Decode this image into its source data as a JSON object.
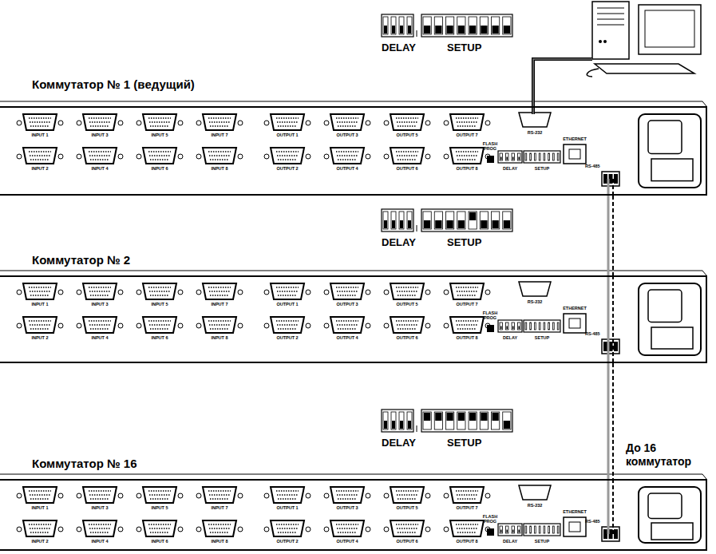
{
  "diagram": {
    "nodes": [
      {
        "text": [
          "Коммутатор № 1 (ведущий)"
        ]
      },
      {
        "text": [
          "Коммутатор № 2"
        ]
      },
      {
        "text": [
          "Коммутатор № 16"
        ]
      }
    ],
    "edges": [
      {
        "from": 0,
        "to": 1,
        "arrow": "none"
      },
      {
        "from": 1,
        "to": 2,
        "arrow": "none"
      }
    ],
    "labels": [
      "DELAY",
      "SETUP",
      "INPUT 1",
      "INPUT 2",
      "INPUT 3",
      "INPUT 4",
      "INPUT 5",
      "INPUT 6",
      "INPUT 7",
      "INPUT 8",
      "OUTPUT 1",
      "OUTPUT 2",
      "OUTPUT 3",
      "OUTPUT 4",
      "OUTPUT 5",
      "OUTPUT 6",
      "OUTPUT 7",
      "OUTPUT 8",
      "FLASH PROG",
      "RS-232",
      "ETHERNET",
      "RS-485",
      "DELAY",
      "SETUP",
      "DELAY",
      "SETUP",
      "INPUT 1",
      "INPUT 2",
      "INPUT 3",
      "INPUT 4",
      "INPUT 5",
      "INPUT 6",
      "INPUT 7",
      "INPUT 8",
      "OUTPUT 1",
      "OUTPUT 2",
      "OUTPUT 3",
      "OUTPUT 4",
      "OUTPUT 5",
      "OUTPUT 6",
      "OUTPUT 7",
      "OUTPUT 8",
      "FLASH PROG",
      "RS-232",
      "ETHERNET",
      "RS-485",
      "DELAY",
      "SETUP",
      "DELAY",
      "SETUP",
      "INPUT 1",
      "INPUT 2",
      "INPUT 3",
      "INPUT 4",
      "INPUT 5",
      "INPUT 6",
      "INPUT 7",
      "INPUT 8",
      "OUTPUT 1",
      "OUTPUT 2",
      "OUTPUT 3",
      "OUTPUT 4",
      "OUTPUT 5",
      "OUTPUT 6",
      "OUTPUT 7",
      "OUTPUT 8",
      "FLASH PROG",
      "RS-232",
      "ETHERNET",
      "RS-485",
      "DELAY",
      "SETUP",
      "До 16 коммутатор"
    ]
  }
}
